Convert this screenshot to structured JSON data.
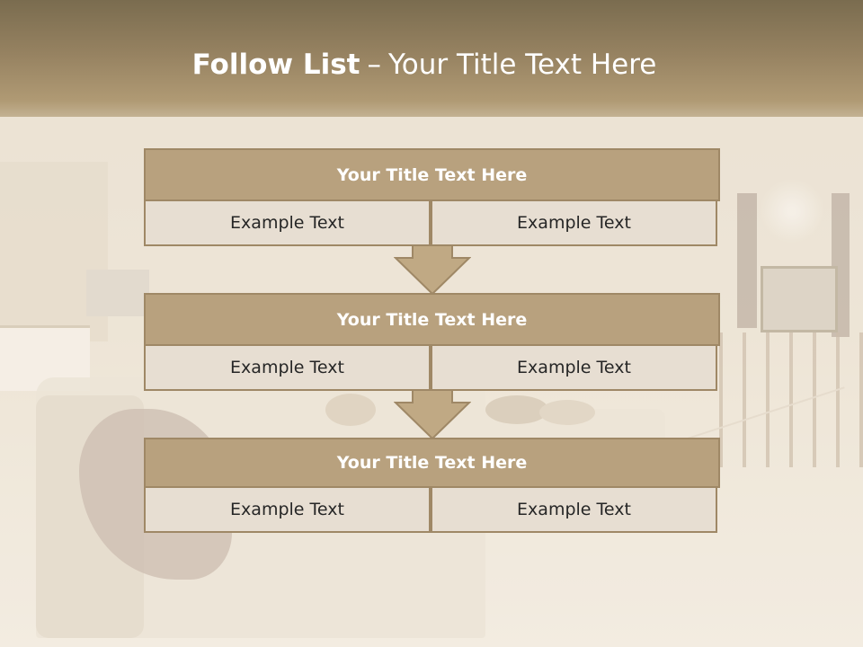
{
  "slide": {
    "title_bold": "Follow List",
    "title_dash": "–",
    "title_rest": "Your Title Text Here"
  },
  "steps": [
    {
      "title": "Your Title Text Here",
      "left_text": "Example Text",
      "right_text": "Example Text"
    },
    {
      "title": "Your Title Text Here",
      "left_text": "Example Text",
      "right_text": "Example Text"
    },
    {
      "title": "Your Title Text Here",
      "left_text": "Example Text",
      "right_text": "Example Text"
    }
  ],
  "colors": {
    "header_fill": "#b8a17e",
    "cell_fill": "#e7ded2",
    "border": "#9f8866",
    "arrow_fill": "#c0a984"
  }
}
